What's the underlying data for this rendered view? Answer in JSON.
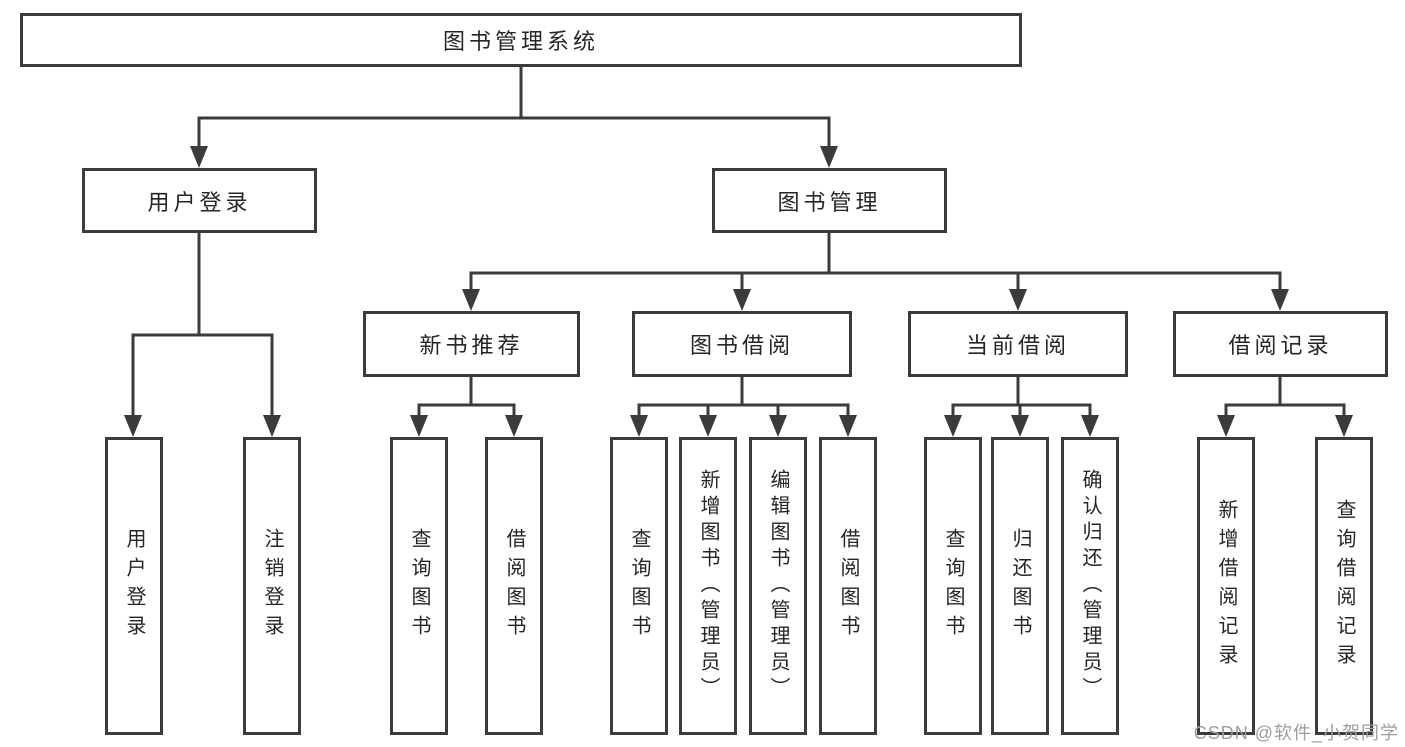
{
  "diagram": {
    "root": {
      "label": "图书管理系统"
    },
    "level2": {
      "user_login": {
        "label": "用户登录"
      },
      "book_management": {
        "label": "图书管理"
      }
    },
    "level3": {
      "new_book_recommendation": {
        "label": "新书推荐"
      },
      "book_borrowing": {
        "label": "图书借阅"
      },
      "current_borrowing": {
        "label": "当前借阅"
      },
      "borrowing_records": {
        "label": "借阅记录"
      }
    },
    "level4": {
      "user_login_action": {
        "label": "用户登录"
      },
      "logout": {
        "label": "注销登录"
      },
      "rec_query_books": {
        "label": "查询图书"
      },
      "rec_borrow_books": {
        "label": "借阅图书"
      },
      "bb_query_books": {
        "label": "查询图书"
      },
      "bb_add_books_admin": {
        "label": "新增图书（管理员）"
      },
      "bb_edit_books_admin": {
        "label": "编辑图书（管理员）"
      },
      "bb_borrow_books": {
        "label": "借阅图书"
      },
      "cb_query_books": {
        "label": "查询图书"
      },
      "cb_return_books": {
        "label": "归还图书"
      },
      "cb_confirm_return_admin": {
        "label": "确认归还（管理员）"
      },
      "br_add_record": {
        "label": "新增借阅记录"
      },
      "br_query_record": {
        "label": "查询借阅记录"
      }
    }
  },
  "watermark": {
    "text": "CSDN @软件_小贺同学"
  },
  "colors": {
    "line": "#3b3b3b",
    "text": "#262626",
    "watermark": "#9e9e9e",
    "background": "#ffffff"
  }
}
